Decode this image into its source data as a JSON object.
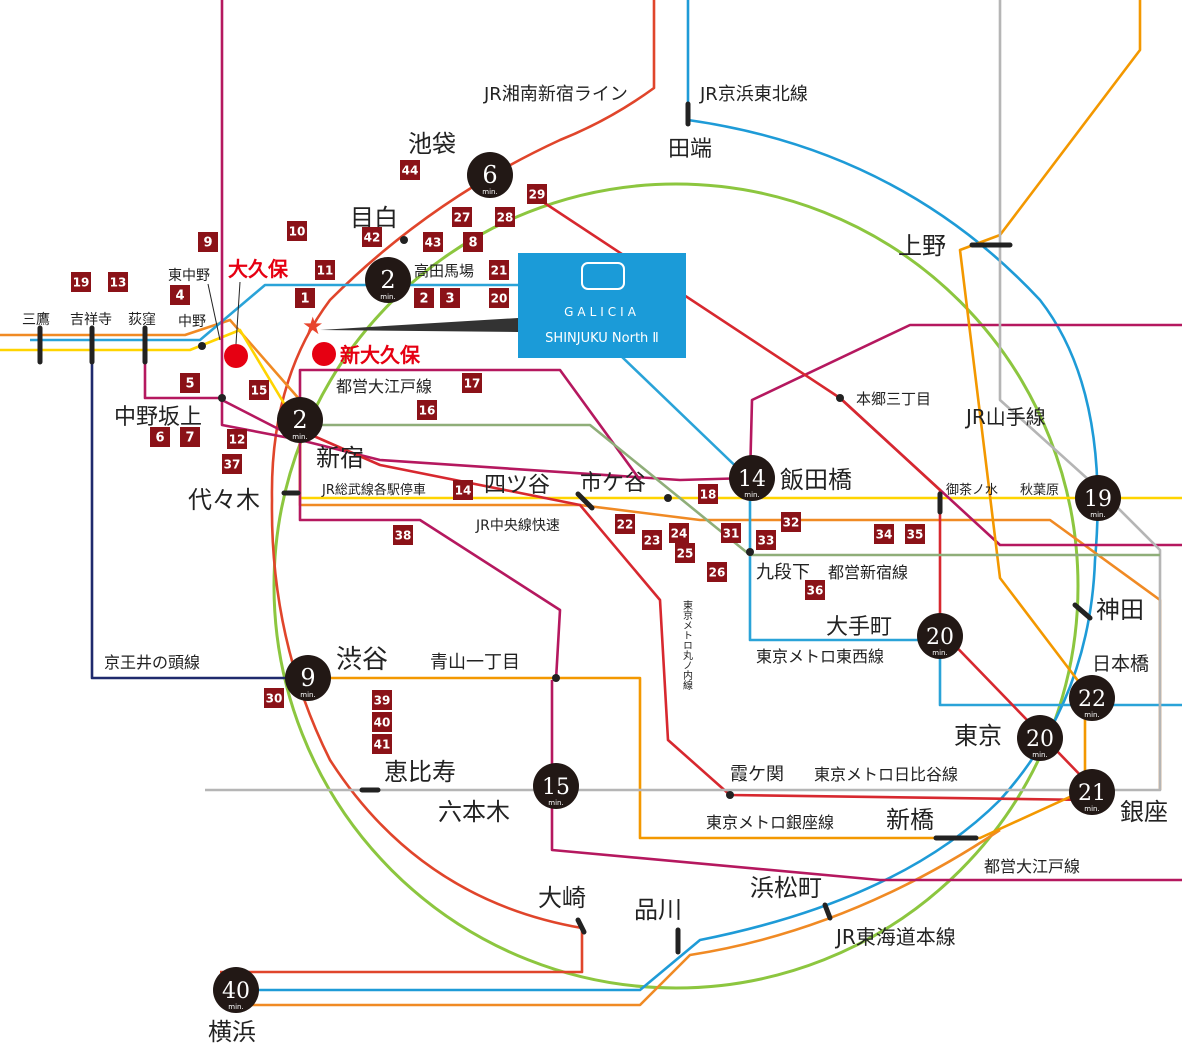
{
  "colors": {
    "yamanote": "#8cc63f",
    "keihin_tohoku": "#1e9bd7",
    "shonan_shinjuku": "#e0452b",
    "oedo": "#b5185f",
    "chuo_rapid": "#f08a24",
    "sobu": "#ffd400",
    "ginza": "#f39800",
    "keio_inokashira": "#1f2a6d",
    "tozai": "#2aa3d8",
    "hanzomon": "#8a8fc2",
    "marunouchi": "#d7282f",
    "hibiya": "#b5b5b5",
    "shinjuku_line": "#8fae79",
    "chiyoda": "#2a9c4a",
    "badge_box": "#8b1218",
    "star": "#e8452e"
  },
  "brand": {
    "name": "GALICIA",
    "subtitle": "SHINJUKU North Ⅱ",
    "box_color": "#1b9bd8"
  },
  "travel_time_unit": "min.",
  "time_badges": [
    {
      "id": "ikebukuro",
      "value": "6"
    },
    {
      "id": "takadanobaba",
      "value": "2"
    },
    {
      "id": "shinjuku",
      "value": "2"
    },
    {
      "id": "iidabashi",
      "value": "14"
    },
    {
      "id": "akihabara",
      "value": "19"
    },
    {
      "id": "otemachi",
      "value": "20"
    },
    {
      "id": "nihonbashi",
      "value": "22"
    },
    {
      "id": "tokyo",
      "value": "20"
    },
    {
      "id": "ginza",
      "value": "21"
    },
    {
      "id": "roppongi",
      "value": "15"
    },
    {
      "id": "shibuya",
      "value": "9"
    },
    {
      "id": "yokohama",
      "value": "40"
    }
  ],
  "stations": {
    "ikebukuro": "池袋",
    "mejiro": "目白",
    "takadanobaba": "高田馬場",
    "tabata": "田端",
    "ueno": "上野",
    "hongo_sanchome": "本郷三丁目",
    "ochanomizu": "御茶ノ水",
    "akihabara": "秋葉原",
    "kanda": "神田",
    "nihonbashi": "日本橋",
    "otemachi": "大手町",
    "tokyo": "東京",
    "ginza": "銀座",
    "shinbashi": "新橋",
    "hamamatsucho": "浜松町",
    "shinagawa": "品川",
    "osaki": "大崎",
    "yokohama": "横浜",
    "ebisu": "恵比寿",
    "roppongi": "六本木",
    "shibuya": "渋谷",
    "aoyama_itchome": "青山一丁目",
    "kasumigaseki": "霞ケ関",
    "kudanshita": "九段下",
    "iidabashi": "飯田橋",
    "ichigaya": "市ケ谷",
    "yotsuya": "四ツ谷",
    "shinjuku": "新宿",
    "yoyogi": "代々木",
    "nakano_sakaue": "中野坂上",
    "higashi_nakano": "東中野",
    "nakano": "中野",
    "ogikubo": "荻窪",
    "kichijoji": "吉祥寺",
    "mitaka": "三鷹",
    "okubo": "大久保",
    "shin_okubo": "新大久保"
  },
  "line_labels": {
    "shonan_shinjuku": "JR湘南新宿ライン",
    "keihin_tohoku": "JR京浜東北線",
    "yamanote": "JR山手線",
    "oedo_top": "都営大江戸線",
    "sobu_local": "JR総武線各駅停車",
    "chuo_rapid": "JR中央線快速",
    "shinjuku_line": "都営新宿線",
    "tozai": "東京メトロ東西線",
    "marunouchi": "東京メトロ丸ノ内線",
    "hibiya": "東京メトロ日比谷線",
    "ginza": "東京メトロ銀座線",
    "oedo_bottom": "都営大江戸線",
    "tokaido": "JR東海道本線",
    "inokashira": "京王井の頭線"
  },
  "badges": [
    "44",
    "29",
    "27",
    "28",
    "42",
    "43",
    "8",
    "10",
    "9",
    "11",
    "21",
    "19",
    "13",
    "4",
    "1",
    "2",
    "3",
    "20",
    "17",
    "16",
    "5",
    "15",
    "12",
    "37",
    "6",
    "7",
    "14",
    "18",
    "38",
    "22",
    "23",
    "24",
    "25",
    "26",
    "31",
    "33",
    "32",
    "34",
    "35",
    "36",
    "30",
    "39",
    "40",
    "41"
  ]
}
